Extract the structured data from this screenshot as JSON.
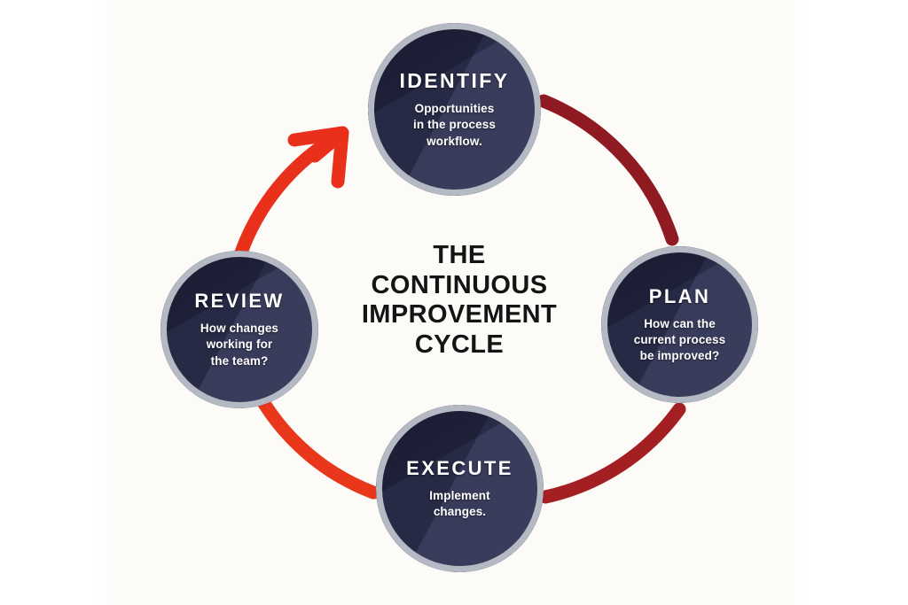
{
  "diagram": {
    "center_title_lines": [
      "THE",
      "CONTINUOUS",
      "IMPROVEMENT",
      "CYCLE"
    ],
    "colors": {
      "node_fill": "#272a44",
      "node_ring": "#b5b9c3",
      "arc_dark_red": "#8f1a22",
      "arc_mid_red": "#a31f22",
      "arc_bright_red": "#e8371b",
      "arrow_red": "#e8301a",
      "canvas": "#fdfbf8",
      "title_text": "#141414",
      "node_text": "#ffffff"
    },
    "nodes": [
      {
        "id": "identify",
        "title": "IDENTIFY",
        "desc_lines": [
          "Opportunities",
          "in the process",
          "workflow."
        ],
        "position": "top"
      },
      {
        "id": "plan",
        "title": "PLAN",
        "desc_lines": [
          "How can the",
          "current process",
          "be improved?"
        ],
        "position": "right"
      },
      {
        "id": "execute",
        "title": "EXECUTE",
        "desc_lines": [
          "Implement",
          "changes."
        ],
        "position": "bottom"
      },
      {
        "id": "review",
        "title": "REVIEW",
        "desc_lines": [
          "How changes",
          "working for",
          "the team?"
        ],
        "position": "left"
      }
    ],
    "arcs": [
      {
        "id": "identify-to-plan",
        "from": "IDENTIFY",
        "to": "PLAN",
        "color": "#8f1a22"
      },
      {
        "id": "plan-to-execute",
        "from": "PLAN",
        "to": "EXECUTE",
        "color": "#a31f22"
      },
      {
        "id": "execute-to-review",
        "from": "EXECUTE",
        "to": "REVIEW",
        "color": "#e8371b"
      },
      {
        "id": "review-to-identify",
        "from": "REVIEW",
        "to": "IDENTIFY",
        "color": "#e8301a",
        "has_arrowhead": true
      }
    ]
  }
}
